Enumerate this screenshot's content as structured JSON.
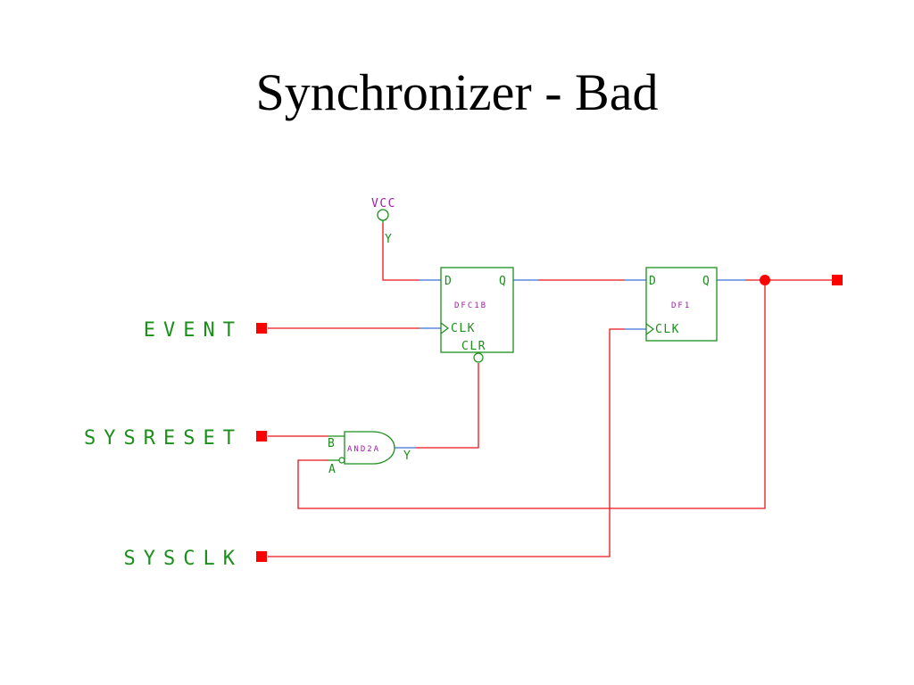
{
  "title": "Synchronizer - Bad",
  "colors": {
    "wire": "#e8141c",
    "component": "#1a8f1a",
    "instance_name": "#a020a0",
    "port_square": "#ff0000",
    "blue_stub": "#3a6fd8"
  },
  "power": {
    "label": "VCC",
    "pin": "Y"
  },
  "flipflop1": {
    "name": "DFC1B",
    "pin_d": "D",
    "pin_q": "Q",
    "pin_clk": "CLK",
    "pin_clr": "CLR"
  },
  "flipflop2": {
    "name": "DF1",
    "pin_d": "D",
    "pin_q": "Q",
    "pin_clk": "CLK"
  },
  "gate": {
    "name": "AND2A",
    "pin_a": "A",
    "pin_b": "B",
    "pin_y": "Y"
  },
  "ports": {
    "event": "EVENT",
    "sysreset": "SYSRESET",
    "sysclk": "SYSCLK"
  }
}
